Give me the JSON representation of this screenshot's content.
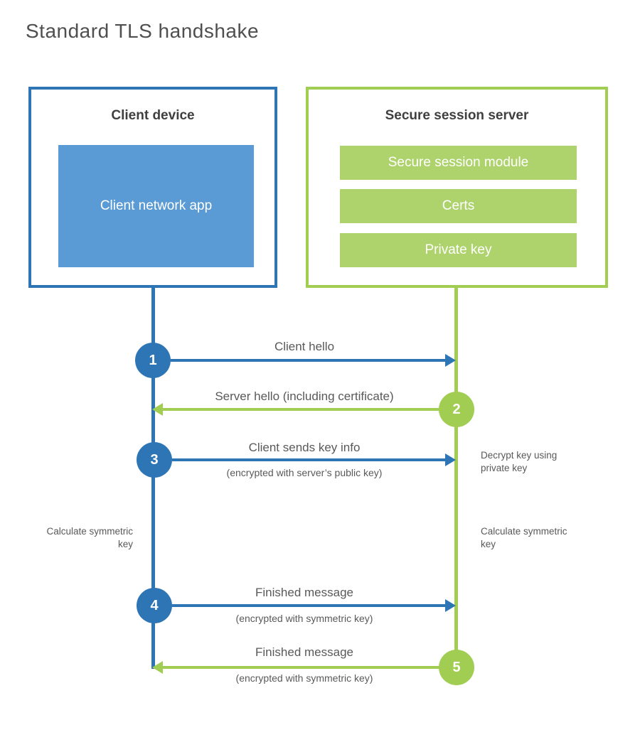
{
  "title": "Standard TLS handshake",
  "colors": {
    "blue": "#2e75b6",
    "blue_fill": "#5b9bd5",
    "green": "#a0cd52",
    "green_fill": "#aed36d",
    "heading_text": "#3f3f3f",
    "label_text": "#595959"
  },
  "client_box": {
    "title": "Client device",
    "app_label": "Client network app"
  },
  "server_box": {
    "title": "Secure session server",
    "modules": [
      "Secure session module",
      "Certs",
      "Private key"
    ]
  },
  "steps": [
    {
      "num": "1",
      "label": "Client hello",
      "sub": "",
      "direction": "right",
      "color": "blue"
    },
    {
      "num": "2",
      "label": "Server hello (including certificate)",
      "sub": "",
      "direction": "left",
      "color": "green"
    },
    {
      "num": "3",
      "label": "Client sends key info",
      "sub": "(encrypted with server’s public key)",
      "direction": "right",
      "color": "blue"
    },
    {
      "num": "4",
      "label": "Finished message",
      "sub": "(encrypted with symmetric key)",
      "direction": "right",
      "color": "blue"
    },
    {
      "num": "5",
      "label": "Finished message",
      "sub": "(encrypted with symmetric key)",
      "direction": "left",
      "color": "green"
    }
  ],
  "notes": {
    "decrypt": "Decrypt key using private key",
    "calc_left": "Calculate symmetric key",
    "calc_right": "Calculate symmetric key"
  }
}
